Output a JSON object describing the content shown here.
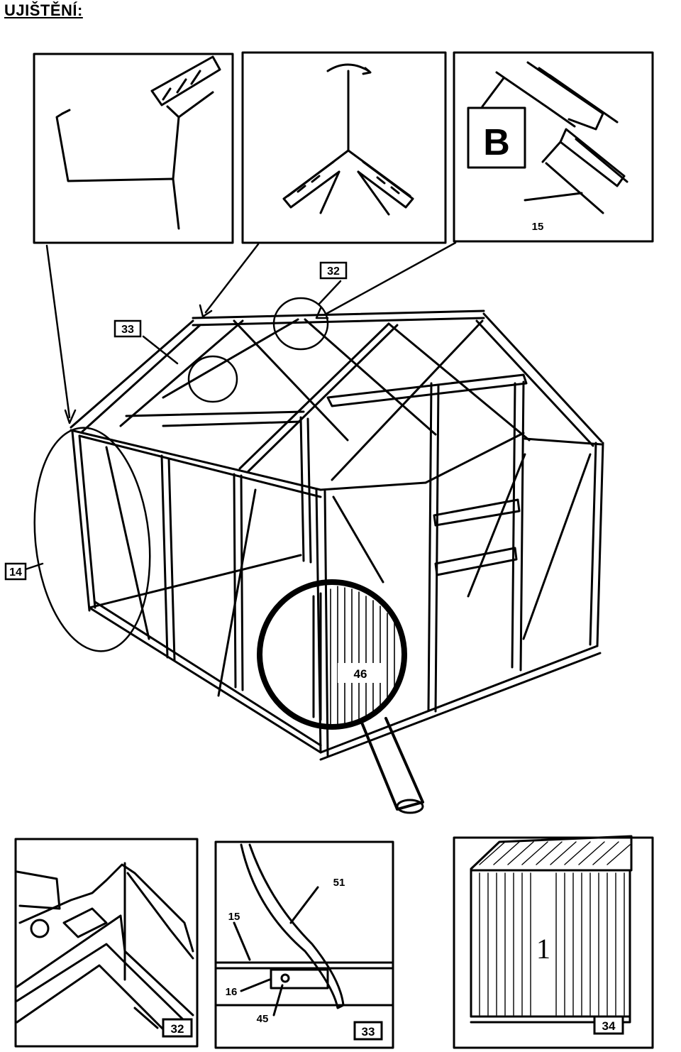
{
  "heading": "UJIŠTĚNÍ:",
  "callouts": {
    "letter_b": "B",
    "part_15_top": "15",
    "part_32_main": "32",
    "part_33_main": "33",
    "part_14_main": "14",
    "part_46_main": "46",
    "part_51": "51",
    "part_15_detail": "15",
    "part_16_detail": "16",
    "part_46_detail": "45",
    "part_32_box": "32",
    "part_33_box": "33",
    "part_34_box": "34",
    "panel_number": "1"
  }
}
